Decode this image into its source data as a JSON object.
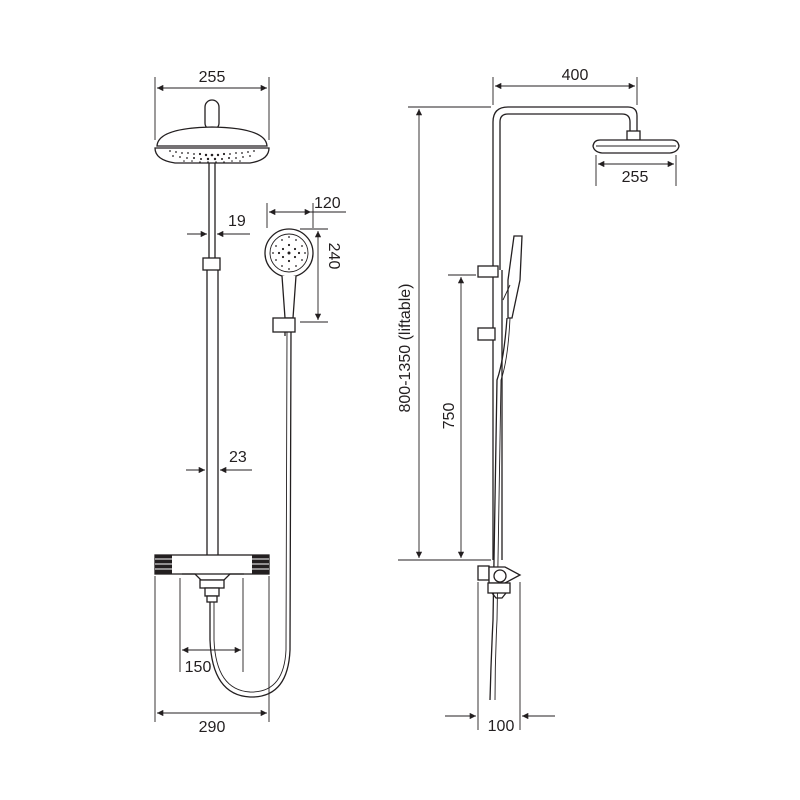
{
  "front_view": {
    "overhead_width": "255",
    "handshower_width": "120",
    "handshower_height": "240",
    "upper_pipe_diameter": "19",
    "lower_pipe_diameter": "23",
    "outlet_spacing": "150",
    "valve_width": "290"
  },
  "side_view": {
    "arm_projection": "400",
    "overhead_width": "255",
    "height_range": "800-1350  (liftable)",
    "inlet_height": "750",
    "wall_distance": "100"
  }
}
